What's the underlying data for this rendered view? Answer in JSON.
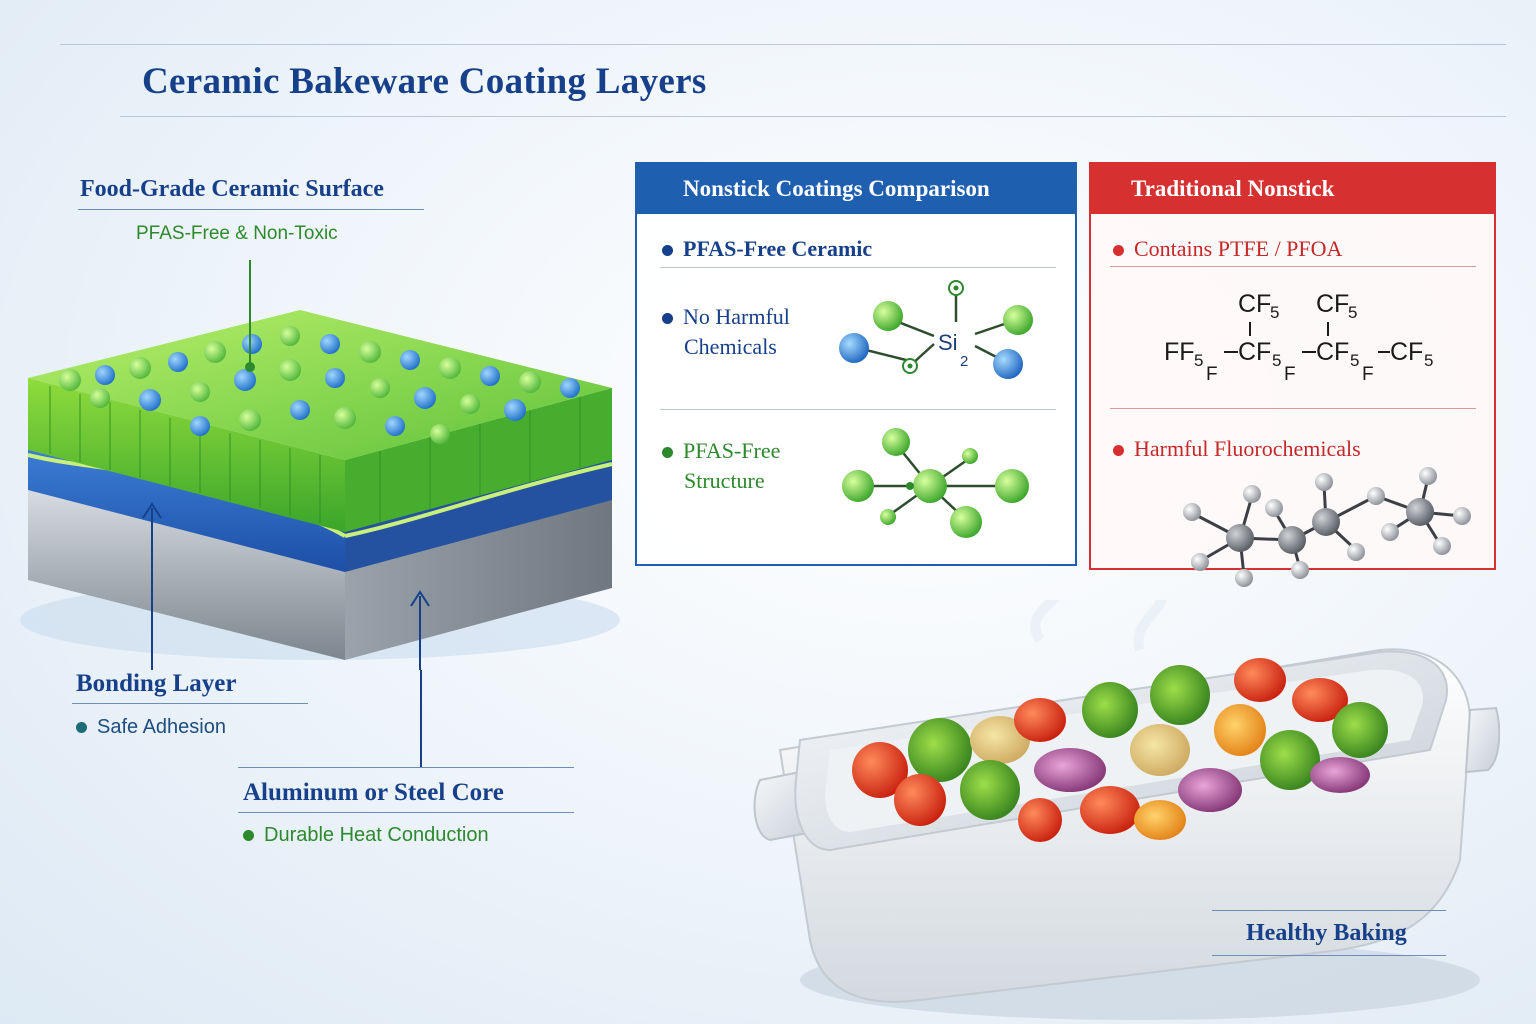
{
  "title": "Ceramic Bakeware Coating Layers",
  "layers": {
    "surface": {
      "label": "Food-Grade Ceramic Surface",
      "note": "PFAS-Free & Non-Toxic"
    },
    "bonding": {
      "label": "Bonding Layer",
      "note": "Safe Adhesion"
    },
    "core": {
      "label": "Aluminum or Steel Core",
      "note": "Durable Heat Conduction"
    }
  },
  "comparison": {
    "header": "Nonstick Coatings Comparison",
    "items": [
      {
        "text": "PFAS-Free Ceramic"
      },
      {
        "line1": "No Harmful",
        "line2": "Chemicals"
      },
      {
        "line1": "PFAS-Free",
        "line2": "Structure"
      }
    ],
    "molecule_text": "Si",
    "molecule_sub": "2"
  },
  "traditional": {
    "header": "Traditional Nonstick",
    "items": [
      "Contains PTFE / PFOA",
      "Harmful Fluorochemicals"
    ],
    "formula": {
      "cf5": "CF",
      "sub5": "5",
      "ff": "FF",
      "f": "F"
    }
  },
  "dish_caption": "Healthy Baking",
  "colors": {
    "brand_blue": "#17408a",
    "green": "#2c8a2c",
    "red": "#d62f2f",
    "comparison_header": "#1f5fb0",
    "traditional_header": "#d63030"
  }
}
